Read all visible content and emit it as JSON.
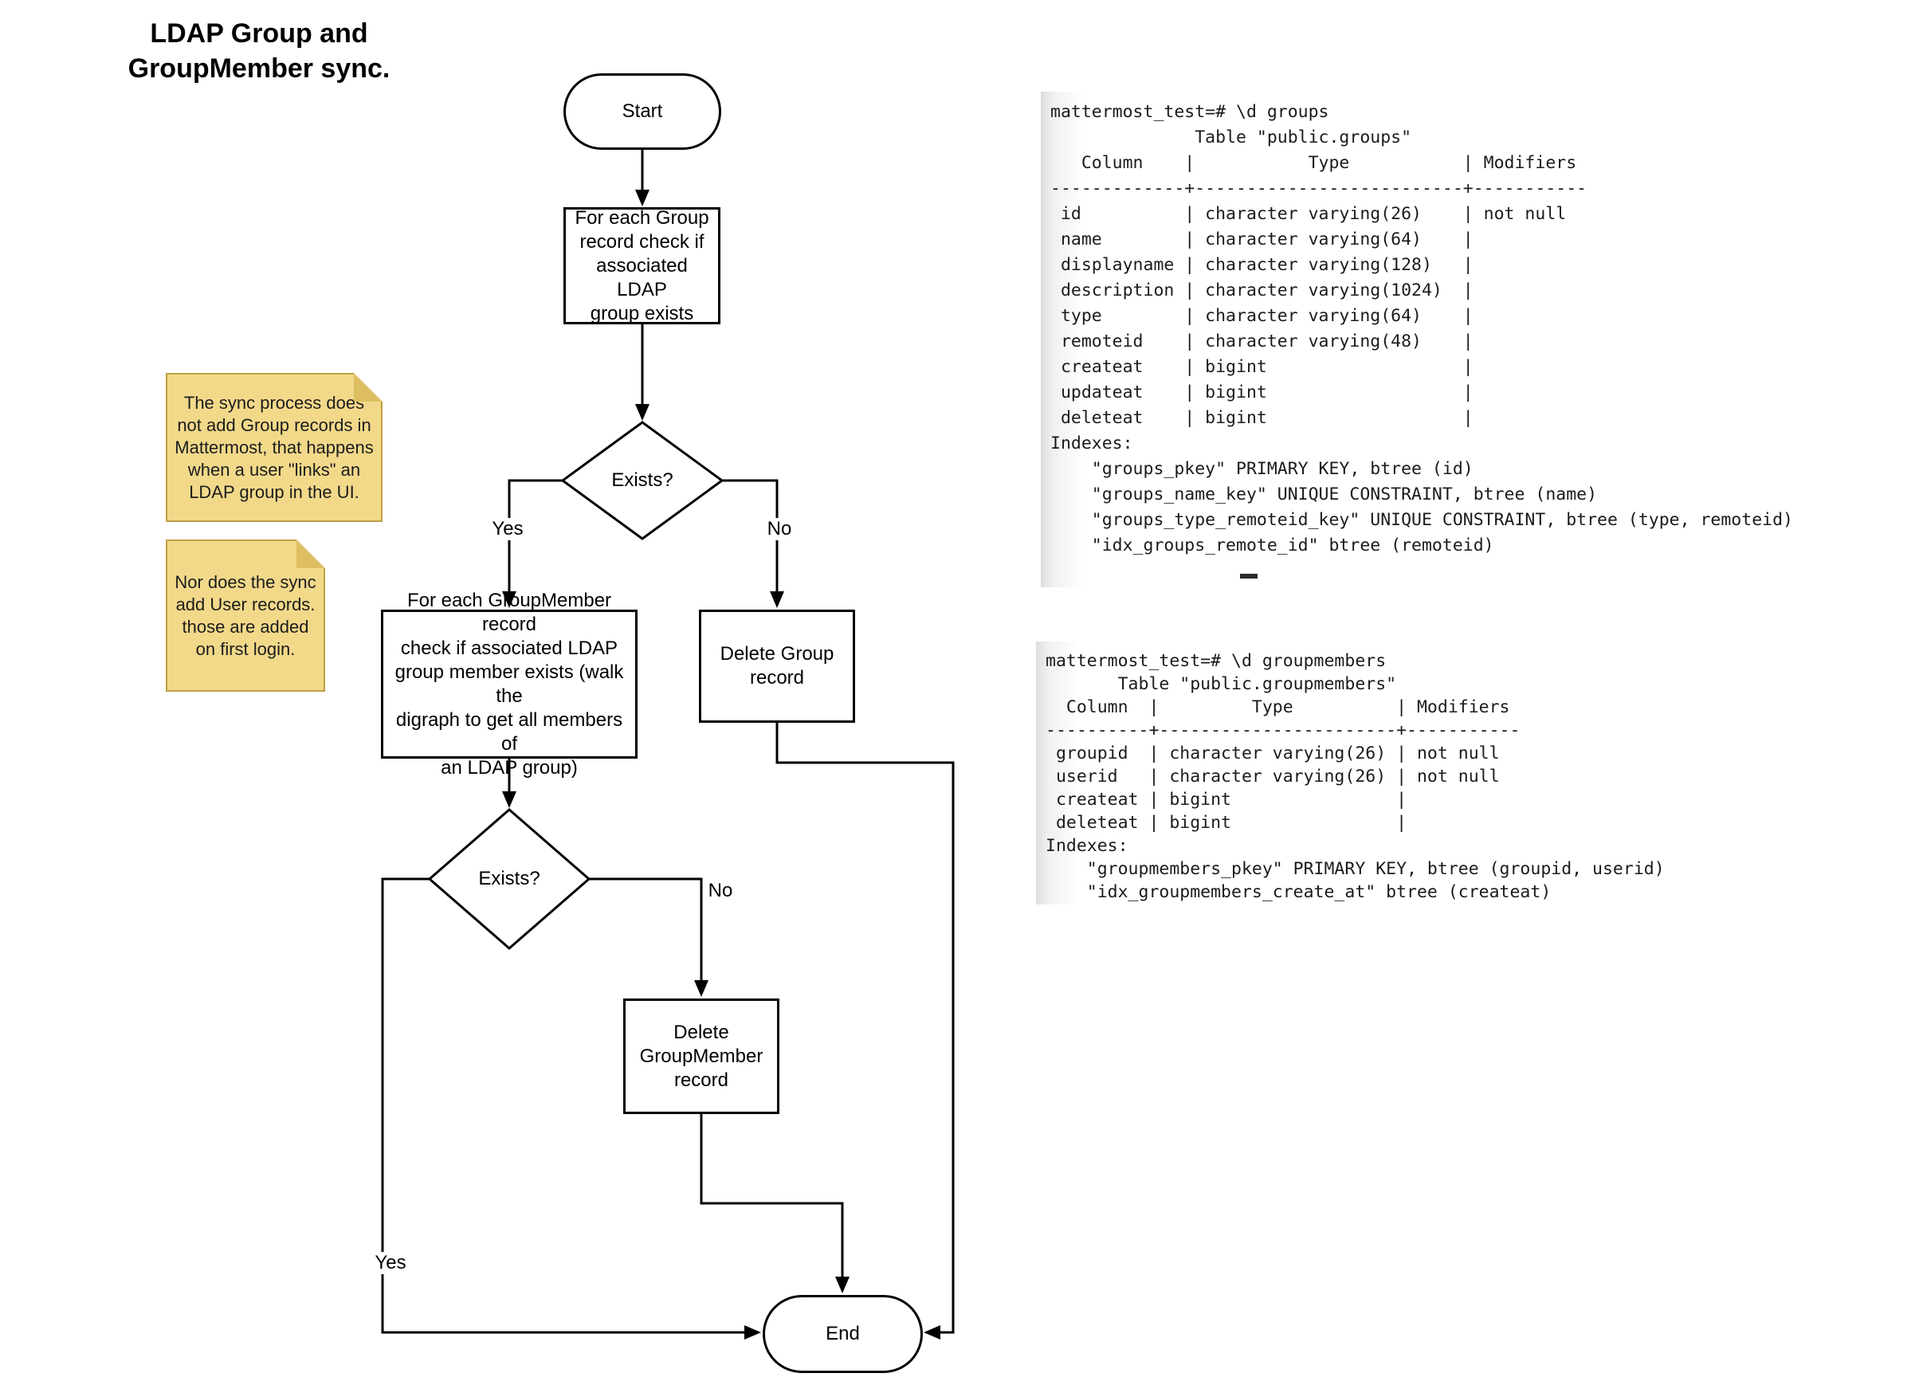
{
  "title": {
    "lines": [
      "LDAP Group and",
      "GroupMember sync."
    ]
  },
  "flowchart": {
    "start_label": "Start",
    "check_group_lines": [
      "For each Group",
      "record check if",
      "associated LDAP",
      "group exists"
    ],
    "exists1_label": "Exists?",
    "yes1_label": "Yes",
    "no1_label": "No",
    "check_member_lines": [
      "For each GroupMember record",
      "check if associated LDAP",
      "group member exists (walk the",
      "digraph to get all members of",
      "an LDAP group)"
    ],
    "delete_group_lines": [
      "Delete Group",
      "record"
    ],
    "exists2_label": "Exists?",
    "yes2_label": "Yes",
    "no2_label": "No",
    "delete_member_lines": [
      "Delete",
      "GroupMember",
      "record"
    ],
    "end_label": "End"
  },
  "notes": {
    "note1_lines": [
      "The sync process does",
      "not add Group records in",
      "Mattermost, that happens",
      "when a user \"links\" an",
      "LDAP group in the UI."
    ],
    "note2_lines": [
      "Nor does the sync",
      "add User records.",
      "those are added",
      "on first login."
    ]
  },
  "terminals": {
    "groups": {
      "lines": [
        "mattermost_test=# \\d groups",
        "              Table \"public.groups\"",
        "   Column    |           Type           | Modifiers",
        "-------------+--------------------------+-----------",
        " id          | character varying(26)    | not null",
        " name        | character varying(64)    |",
        " displayname | character varying(128)   |",
        " description | character varying(1024)  |",
        " type        | character varying(64)    |",
        " remoteid    | character varying(48)    |",
        " createat    | bigint                   |",
        " updateat    | bigint                   |",
        " deleteat    | bigint                   |",
        "Indexes:",
        "    \"groups_pkey\" PRIMARY KEY, btree (id)",
        "    \"groups_name_key\" UNIQUE CONSTRAINT, btree (name)",
        "    \"groups_type_remoteid_key\" UNIQUE CONSTRAINT, btree (type, remoteid)",
        "    \"idx_groups_remote_id\" btree (remoteid)"
      ],
      "cursor": "-"
    },
    "groupmembers": {
      "lines": [
        "mattermost_test=# \\d groupmembers",
        "       Table \"public.groupmembers\"",
        "  Column  |         Type          | Modifiers",
        "----------+-----------------------+-----------",
        " groupid  | character varying(26) | not null",
        " userid   | character varying(26) | not null",
        " createat | bigint                |",
        " deleteat | bigint                |",
        "Indexes:",
        "    \"groupmembers_pkey\" PRIMARY KEY, btree (groupid, userid)",
        "    \"idx_groupmembers_create_at\" btree (createat)"
      ]
    }
  },
  "colors": {
    "flowchart_stroke": "#000000",
    "node_fill": "#ffffff",
    "sticky_fill": "#F2D98A",
    "sticky_border": "#BFA045",
    "sticky_fold": "#DDBF62",
    "terminal_edge_shadow": "#dedede",
    "code_text": "#1b1b1b"
  }
}
